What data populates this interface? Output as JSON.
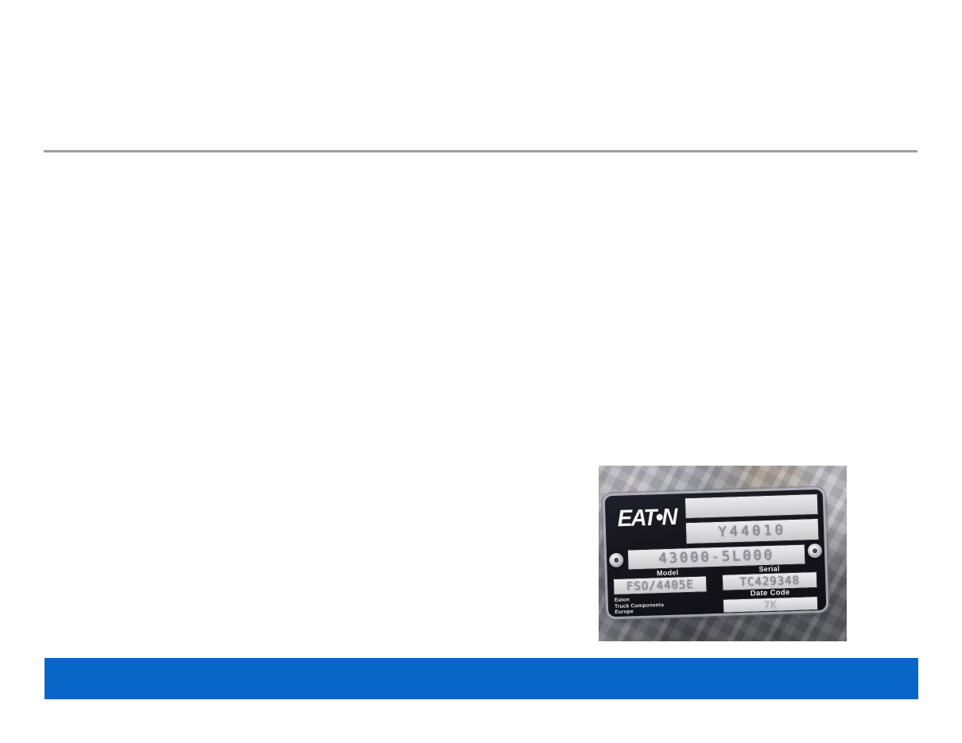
{
  "slide": {
    "background_color": "#ffffff",
    "divider_color": "#9a9a9a",
    "footer_bar_color": "#0766c8"
  },
  "nameplate_photo": {
    "plate": {
      "logo_text": "EAT•N",
      "boxes": {
        "top_value": "",
        "code_value": "Y44010",
        "part_number": "43000-5L000",
        "model_value": "FSO/4405E",
        "serial_value": "TC429348",
        "date_code_value": "7K"
      },
      "labels": {
        "model": "Model",
        "serial": "Serial",
        "date_code": "Date Code"
      },
      "manufacturer_lines": [
        "Eaton",
        "Truck Components",
        "Europe"
      ]
    }
  }
}
